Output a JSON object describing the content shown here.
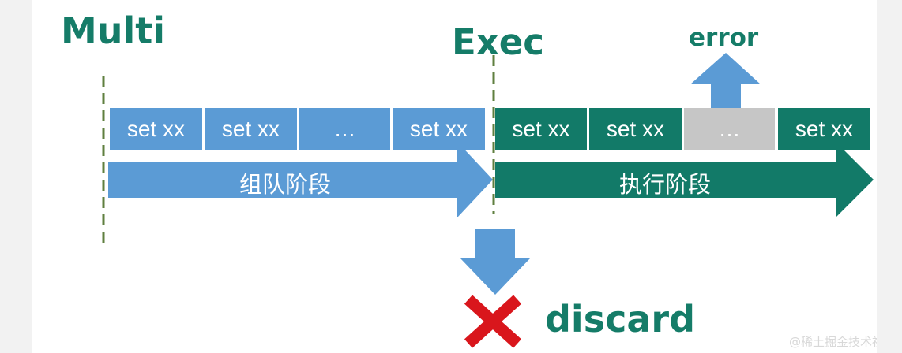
{
  "labels": {
    "multi": "Multi",
    "exec": "Exec",
    "error": "error",
    "discard": "discard"
  },
  "queue_phase": {
    "label": "组队阶段",
    "commands": [
      "set xx",
      "set xx",
      "…",
      "set xx"
    ]
  },
  "exec_phase": {
    "label": "执行阶段",
    "commands": [
      "set xx",
      "set xx",
      "…",
      "set xx"
    ]
  },
  "watermark": "@稀土掘金技术社区",
  "colors": {
    "blue": "#5b9bd5",
    "green": "#127a68",
    "gray": "#c6c6c6",
    "red": "#d9161c",
    "label_green": "#157c68",
    "divider": "#5f7f3f"
  }
}
